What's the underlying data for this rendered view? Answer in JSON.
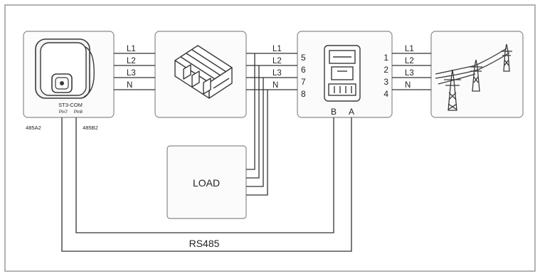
{
  "inverter": {
    "device_label": "ST3-COM",
    "port_labels": [
      "Pin7",
      "Pin8"
    ],
    "pin_labels": [
      "485A2",
      "485B2"
    ]
  },
  "conductors": {
    "inverter_to_breaker": [
      "L1",
      "L2",
      "L3",
      "N"
    ],
    "breaker_to_meter": [
      "L1",
      "L2",
      "L3",
      "N"
    ],
    "meter_to_grid": [
      "L1",
      "L2",
      "L3",
      "N"
    ]
  },
  "meter": {
    "left_terminals": [
      "5",
      "6",
      "7",
      "8"
    ],
    "right_terminals": [
      "1",
      "2",
      "3",
      "4"
    ],
    "rs485_terminals": [
      "B",
      "A"
    ]
  },
  "load": {
    "label": "LOAD"
  },
  "bus": {
    "label": "RS485"
  },
  "icons": {
    "inverter": "inverter-icon",
    "breaker": "circuit-breaker-icon",
    "meter": "energy-meter-icon",
    "grid": "power-pylon-icon"
  }
}
